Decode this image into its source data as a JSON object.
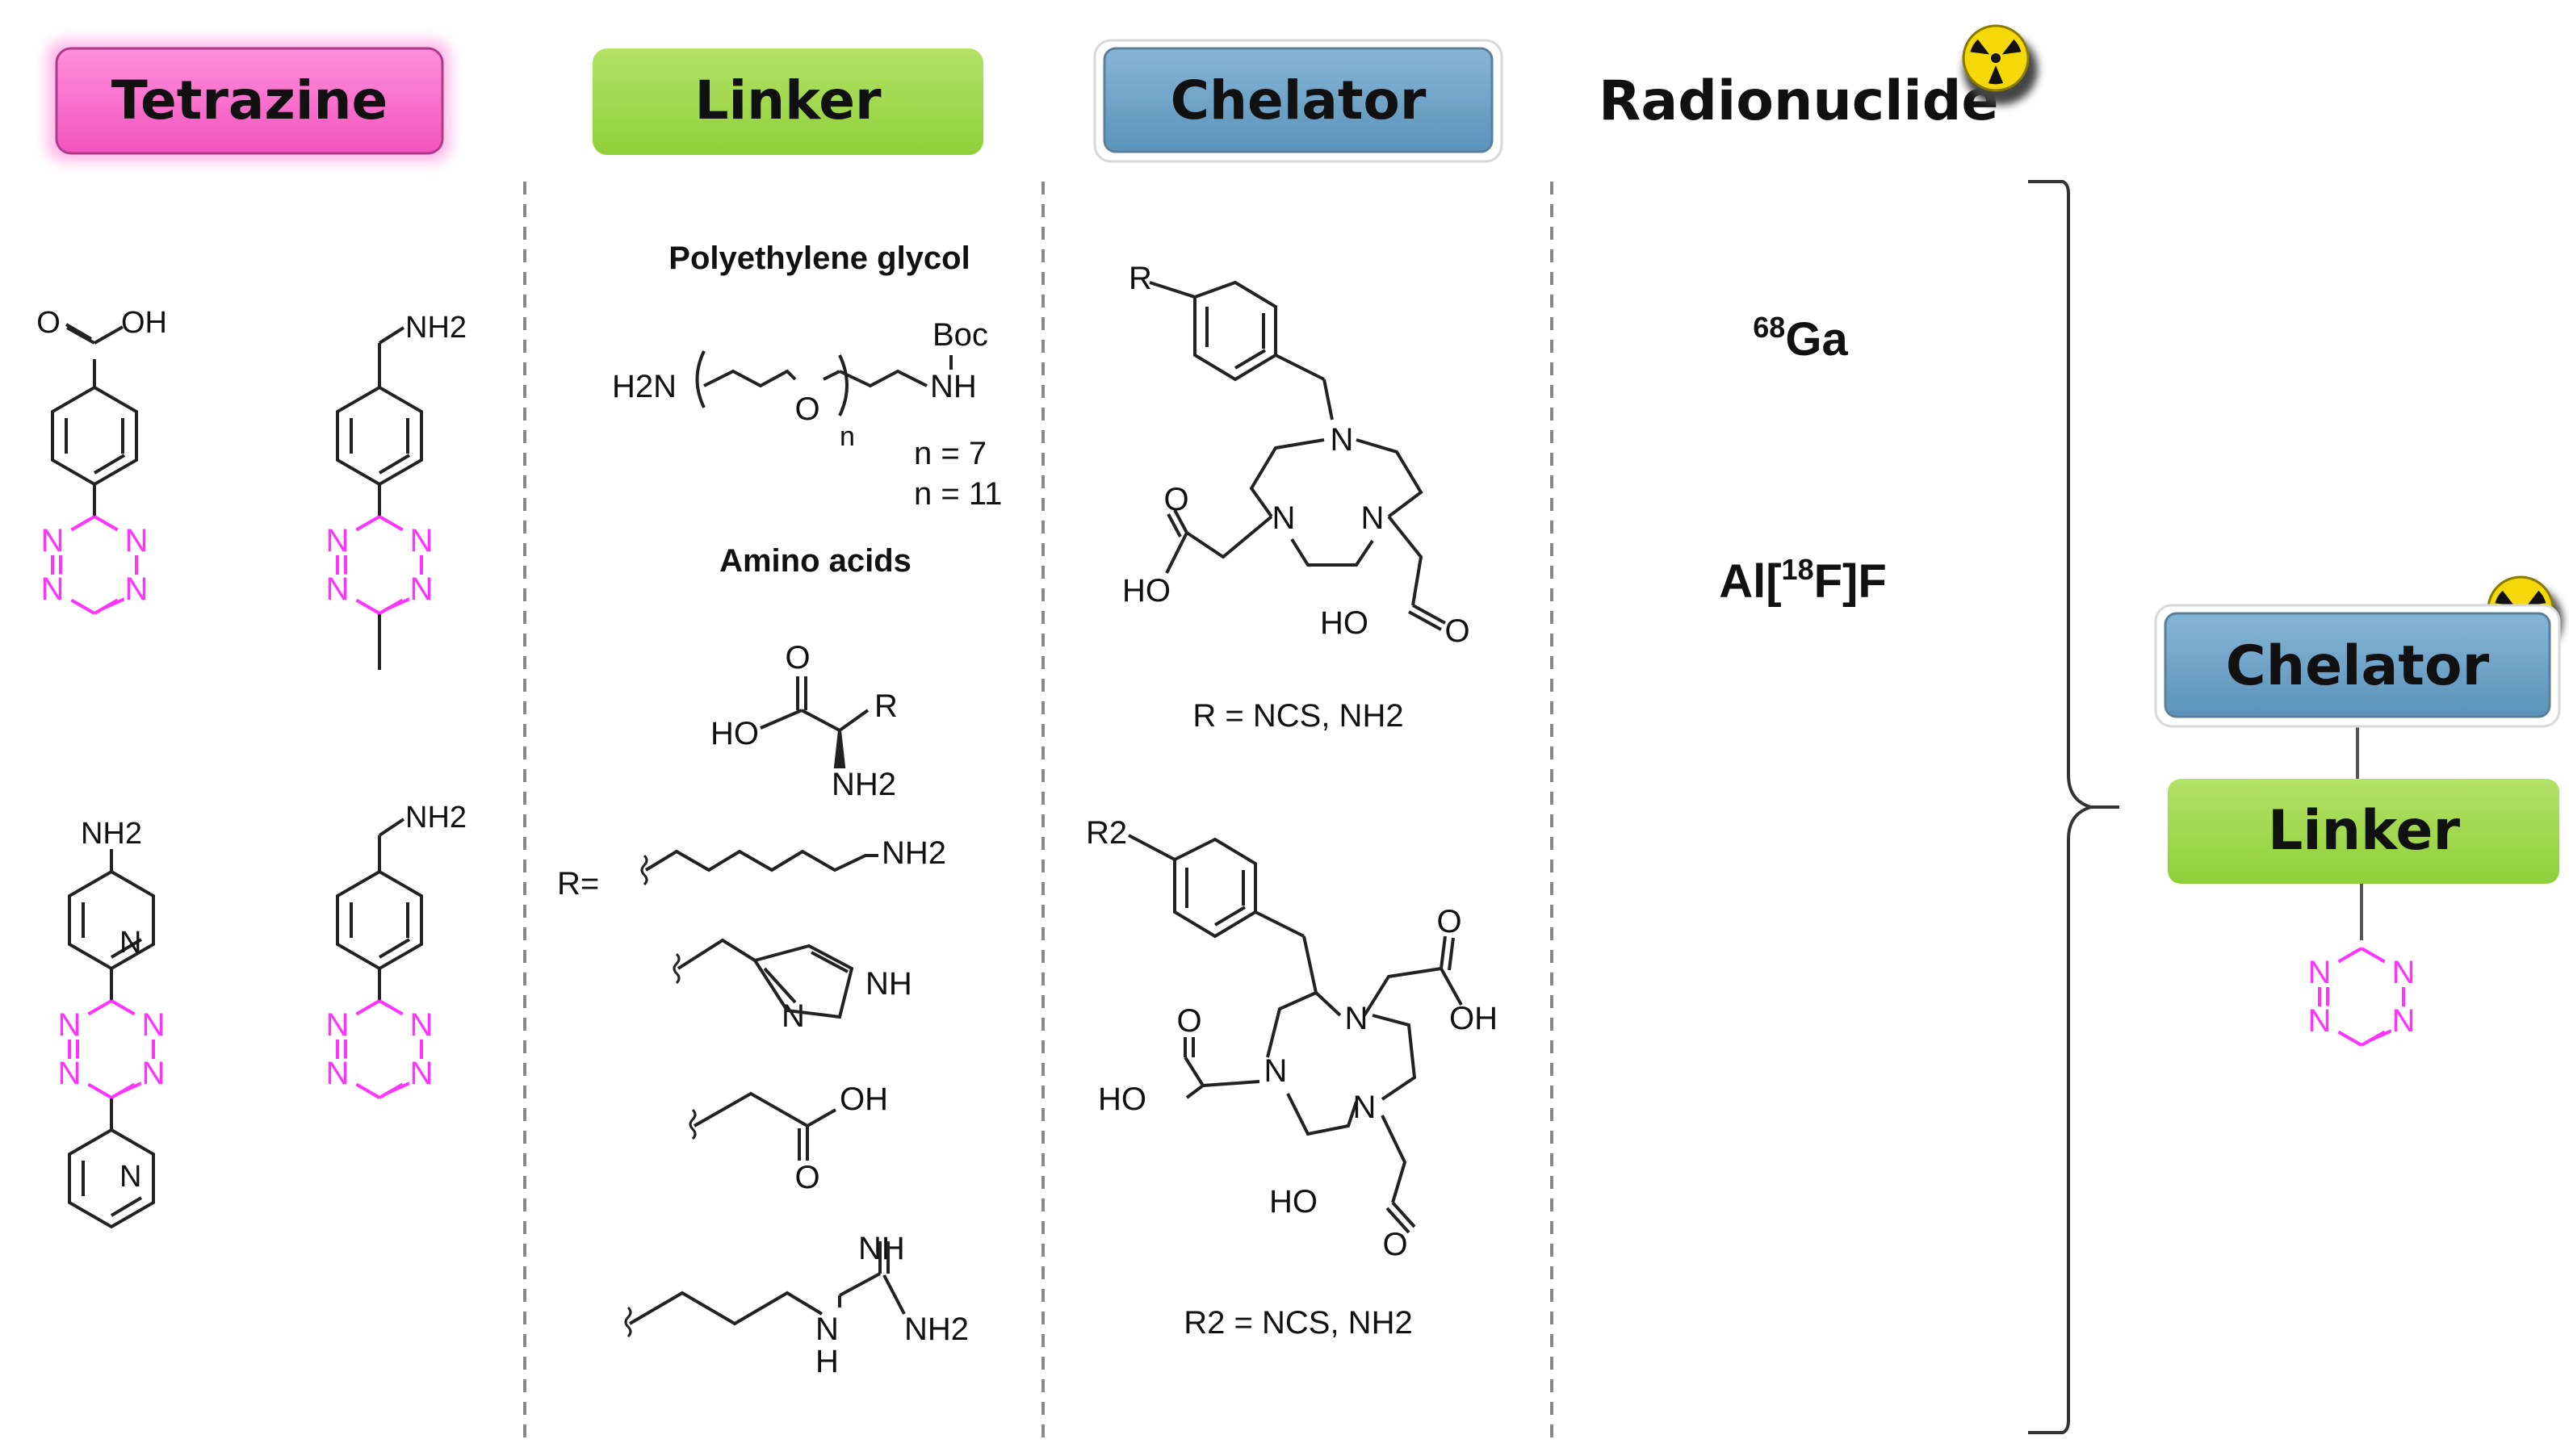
{
  "headers": {
    "tetrazine": "Tetrazine",
    "linker": "Linker",
    "chelator": "Chelator",
    "radionuclide": "Radionuclide"
  },
  "icons": {
    "radiation": "radiation-hazard-icon"
  },
  "colors": {
    "tetrazine_box": "#f565c7",
    "linker_box": "#9fd94a",
    "chelator_box": "#6aa0c4",
    "tetrazine_ring": "#ff33ff",
    "hazard_yellow": "#f4d80a",
    "divider": "#888888"
  },
  "tetrazine": {
    "s1": {
      "carbonyl_o": "O",
      "oh": "OH",
      "atoms": [
        "N",
        "N",
        "N",
        "N"
      ]
    },
    "s2": {
      "nh2": "NH2",
      "atoms": [
        "N",
        "N",
        "N",
        "N"
      ]
    },
    "s3": {
      "nh2": "NH2",
      "py_n_top": "N",
      "py_n_bottom": "N",
      "atoms": [
        "N",
        "N",
        "N",
        "N"
      ]
    },
    "s4": {
      "nh2": "NH2",
      "atoms": [
        "N",
        "N",
        "N",
        "N"
      ]
    }
  },
  "linker": {
    "peg_title": "Polyethylene glycol",
    "peg_h2n": "H2N",
    "peg_o": "O",
    "peg_n": "n",
    "peg_boc": "Boc",
    "peg_nh": "NH",
    "peg_n7": "n = 7",
    "peg_n11": "n = 11",
    "aa_title": "Amino acids",
    "aa_o": "O",
    "aa_ho": "HO",
    "aa_r": "R",
    "aa_nh2": "NH2",
    "r_eq": "R=",
    "lys_nh2": "NH2",
    "his_nh": "NH",
    "his_n": "N",
    "asp_oh": "OH",
    "asp_o": "O",
    "arg_nh": "NH",
    "arg_nh2": "NH2",
    "arg_n": "N",
    "arg_h": "H"
  },
  "chelator": {
    "nota_r": "R",
    "nota_n": "N",
    "nota_o1": "O",
    "nota_ho1": "HO",
    "nota_ho2": "HO",
    "nota_o2": "O",
    "nota_caption": "R = NCS, NH2",
    "dota_r2": "R2",
    "dota_n": "N",
    "dota_o1": "O",
    "dota_oh1": "OH",
    "dota_o2": "O",
    "dota_ho2": "HO",
    "dota_ho3": "HO",
    "dota_o3": "O",
    "dota_caption": "R2 = NCS, NH2"
  },
  "radionuclide": {
    "ga_mass": "68",
    "ga_symbol": "Ga",
    "al_prefix": "Al[",
    "f_mass": "18",
    "al_suffix": "F]F"
  },
  "summary": {
    "chelator": "Chelator",
    "linker": "Linker",
    "atoms": [
      "N",
      "N",
      "N",
      "N"
    ]
  }
}
